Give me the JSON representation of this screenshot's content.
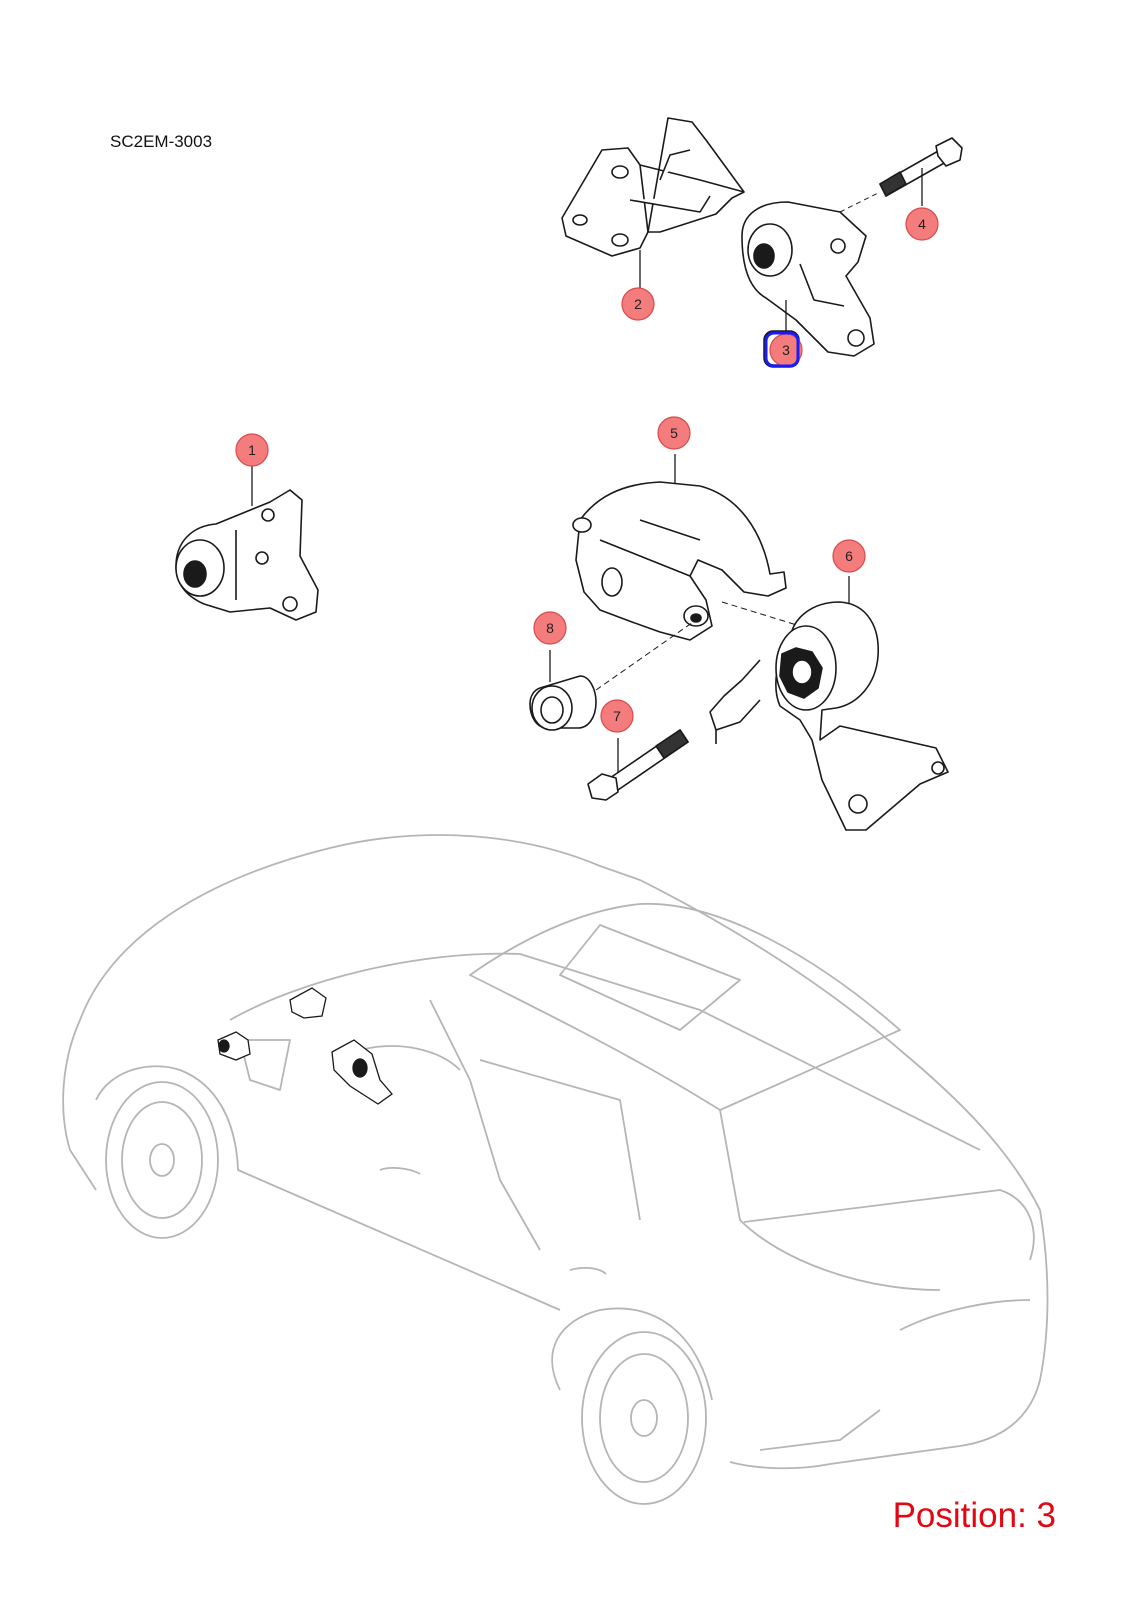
{
  "diagram": {
    "code": "SC2EM-3003",
    "position_label": "Position: 3",
    "selected_callout": "3"
  },
  "callouts": [
    {
      "id": "1",
      "label": "1"
    },
    {
      "id": "2",
      "label": "2"
    },
    {
      "id": "3",
      "label": "3"
    },
    {
      "id": "4",
      "label": "4"
    },
    {
      "id": "5",
      "label": "5"
    },
    {
      "id": "6",
      "label": "6"
    },
    {
      "id": "7",
      "label": "7"
    },
    {
      "id": "8",
      "label": "8"
    }
  ],
  "colors": {
    "callout_fill": "#f47c7c",
    "callout_stroke": "#d84a4a",
    "selected_highlight": "#1a1aff",
    "position_text": "#e30613",
    "part_line": "#1a1a1a",
    "car_line": "#b5b5b5"
  },
  "icons": {
    "car": "car-outline-icon",
    "callout": "circle-badge"
  }
}
